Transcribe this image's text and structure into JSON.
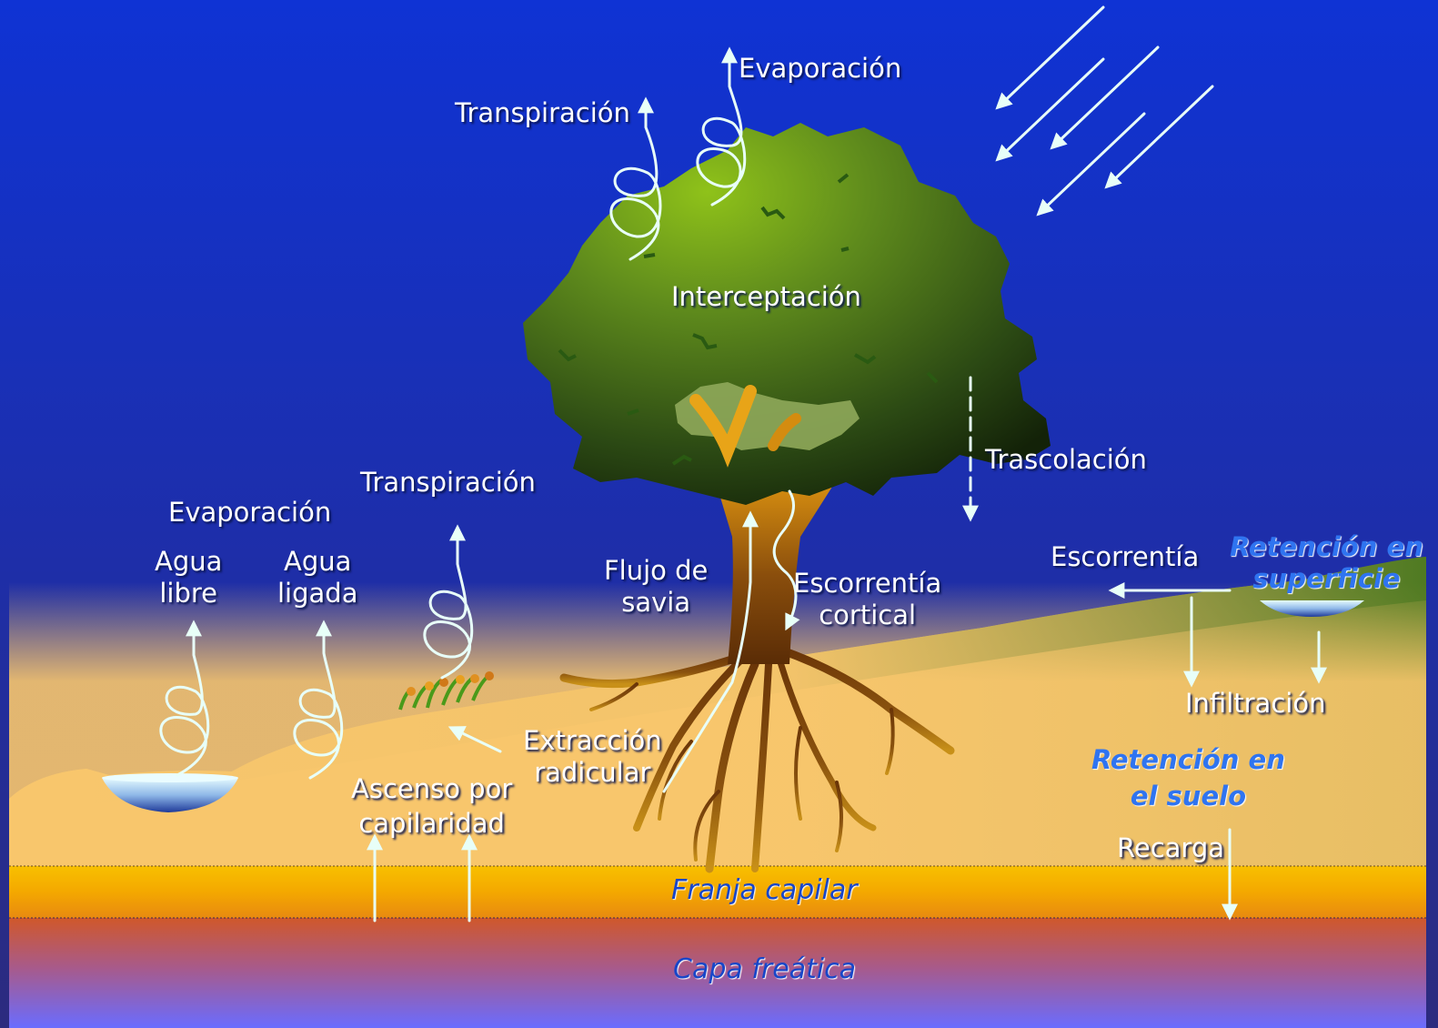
{
  "colors": {
    "sky_top": "#0f2fd0",
    "sky_bottom": "#2a2a82",
    "soil": "#f8c76a",
    "capillary_fringe": "#f5b400",
    "water_table_top": "#cf5a2a",
    "water_table_bottom": "#6b6bff",
    "arrow": "#e6fff8",
    "blue_label": "#2f74f0"
  },
  "labels": {
    "evaporacion_top": "Evaporación",
    "transpiracion_top": "Transpiración",
    "interceptacion": "Interceptación",
    "trascolacion": "Trascolación",
    "transpiracion_mid": "Transpiración",
    "evaporacion_left": "Evaporación",
    "agua_libre_1": "Agua",
    "agua_libre_2": "libre",
    "agua_ligada_1": "Agua",
    "agua_ligada_2": "ligada",
    "flujo_savia_1": "Flujo de",
    "flujo_savia_2": "savia",
    "escorrentia_cortical_1": "Escorrentía",
    "escorrentia_cortical_2": "cortical",
    "escorrentia": "Escorrentía",
    "retencion_superficie_1": "Retención en",
    "retencion_superficie_2": "superficie",
    "infiltracion": "Infiltración",
    "retencion_suelo_1": "Retención en",
    "retencion_suelo_2": "el suelo",
    "recarga": "Recarga",
    "extraccion_radicular_1": "Extracción",
    "extraccion_radicular_2": "radicular",
    "ascenso_capilaridad_1": "Ascenso por",
    "ascenso_capilaridad_2": "capilaridad",
    "franja_capilar": "Franja capilar",
    "capa_freatica": "Capa freática"
  },
  "icons": [
    "rain-arrows",
    "spiral-vapor-arrow",
    "tree",
    "roots",
    "puddle",
    "grass-tuft"
  ]
}
